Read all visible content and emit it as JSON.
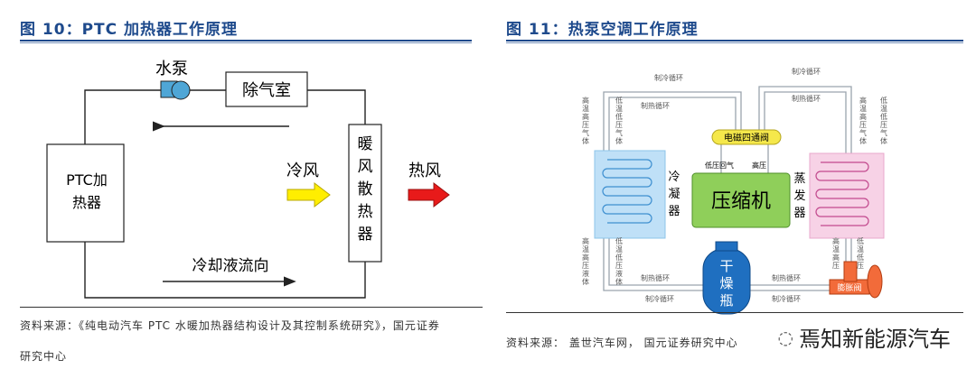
{
  "fig10": {
    "title": "图 10：PTC 加热器工作原理",
    "labels": {
      "pump": "水泵",
      "degas": "除气室",
      "ptc_line1": "PTC加",
      "ptc_line2": "热器",
      "radiator": [
        "暖",
        "风",
        "散",
        "热",
        "器"
      ],
      "cold_air": "冷风",
      "hot_air": "热风",
      "coolant_flow": "冷却液流向"
    },
    "source_line1": "资料来源：《纯电动汽车 PTC 水暖加热器结构设计及其控制系统研究》，国元证券",
    "source_line2": "研究中心"
  },
  "fig11": {
    "title": "图 11：热泵空调工作原理",
    "labels": {
      "compressor": "压缩机",
      "valve4": "电磁四通阀",
      "condenser": [
        "冷",
        "凝",
        "器"
      ],
      "evaporator": [
        "蒸",
        "发",
        "器"
      ],
      "dryer": [
        "干",
        "燥",
        "瓶"
      ],
      "expansion": "膨胀阀",
      "cooling_cycle": "制冷循环",
      "heating_cycle": "制热循环",
      "low_pressure_gas": "低压回气",
      "high_pressure": "高压",
      "hp_gas": [
        "高",
        "温",
        "高",
        "压",
        "气",
        "体"
      ],
      "lp_gas": [
        "低",
        "温",
        "低",
        "压",
        "气",
        "体"
      ],
      "hp_liquid": [
        "高",
        "温",
        "高",
        "压",
        "液",
        "体"
      ],
      "lp_liquid": [
        "低",
        "温",
        "低",
        "压",
        "液",
        "体"
      ]
    },
    "source": "资料来源：  盖世汽车网，  国元证券研究中心",
    "watermark": "焉知新能源汽车"
  },
  "colors": {
    "title_blue": "#1e4a8c",
    "condenser": "#bfe0f7",
    "evaporator": "#f7d2e6",
    "compressor": "#8fcf5a",
    "valve": "#f5e84b",
    "dryer": "#1f6fc0",
    "expansion": "#f26b3a",
    "arrow_yellow": "#ffee00",
    "arrow_red": "#e81a1a"
  }
}
